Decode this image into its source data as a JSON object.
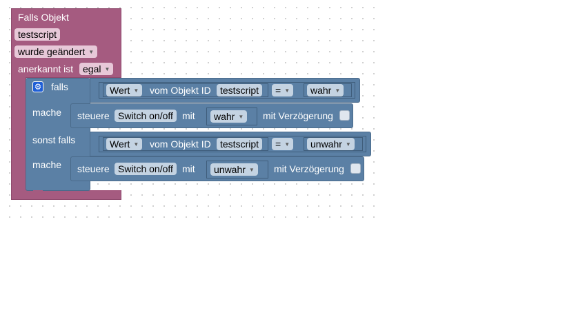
{
  "event_block": {
    "title": "Falls Objekt",
    "object_id": "testscript",
    "trigger": "wurde geändert",
    "ack_label": "anerkannt ist",
    "ack_value": "egal"
  },
  "if_block": {
    "falls_label": "falls",
    "mache_label": "mache",
    "sonst_falls_label": "sonst falls",
    "mache2_label": "mache"
  },
  "condition1": {
    "prop": "Wert",
    "vom_label": "vom Objekt ID",
    "object_id": "testscript",
    "operator": "=",
    "value": "wahr"
  },
  "action1": {
    "steuere_label": "steuere",
    "target": "Switch on/off",
    "mit_label": "mit",
    "value": "wahr",
    "delay_label": "mit Verzögerung"
  },
  "condition2": {
    "prop": "Wert",
    "vom_label": "vom Objekt ID",
    "object_id": "testscript",
    "operator": "=",
    "value": "unwahr"
  },
  "action2": {
    "steuere_label": "steuere",
    "target": "Switch on/off",
    "mit_label": "mit",
    "value": "unwahr",
    "delay_label": "mit Verzögerung"
  },
  "icons": {
    "gear": "⚙",
    "dropdown": "▼"
  },
  "colors": {
    "event_block": "#a55b80",
    "logic_block": "#5b80a5",
    "field_pink": "#e7c8d8",
    "field_blue": "#c4d3e2"
  }
}
